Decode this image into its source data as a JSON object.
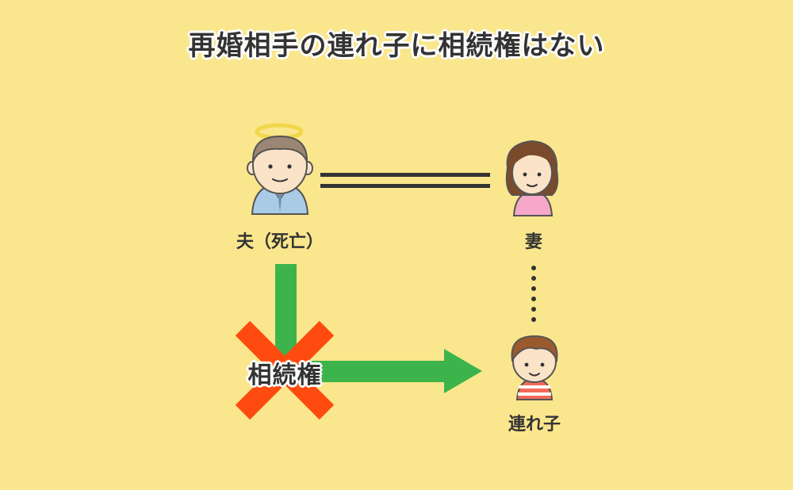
{
  "title": "再婚相手の連れ子に相続権はない",
  "nodes": {
    "husband": {
      "label": "夫（死亡）",
      "icon": "deceased-man-with-halo-icon"
    },
    "wife": {
      "label": "妻",
      "icon": "woman-icon"
    },
    "stepchild": {
      "label": "連れ子",
      "icon": "boy-icon"
    }
  },
  "edges": {
    "marriage": "double-line",
    "wife_to_stepchild": "dotted-line",
    "inheritance": {
      "label": "相続権",
      "status": "denied"
    }
  },
  "colors": {
    "background": "#FAE68C",
    "arrow": "#3CB44B",
    "cross": "#FF4A10",
    "text": "#333333"
  }
}
